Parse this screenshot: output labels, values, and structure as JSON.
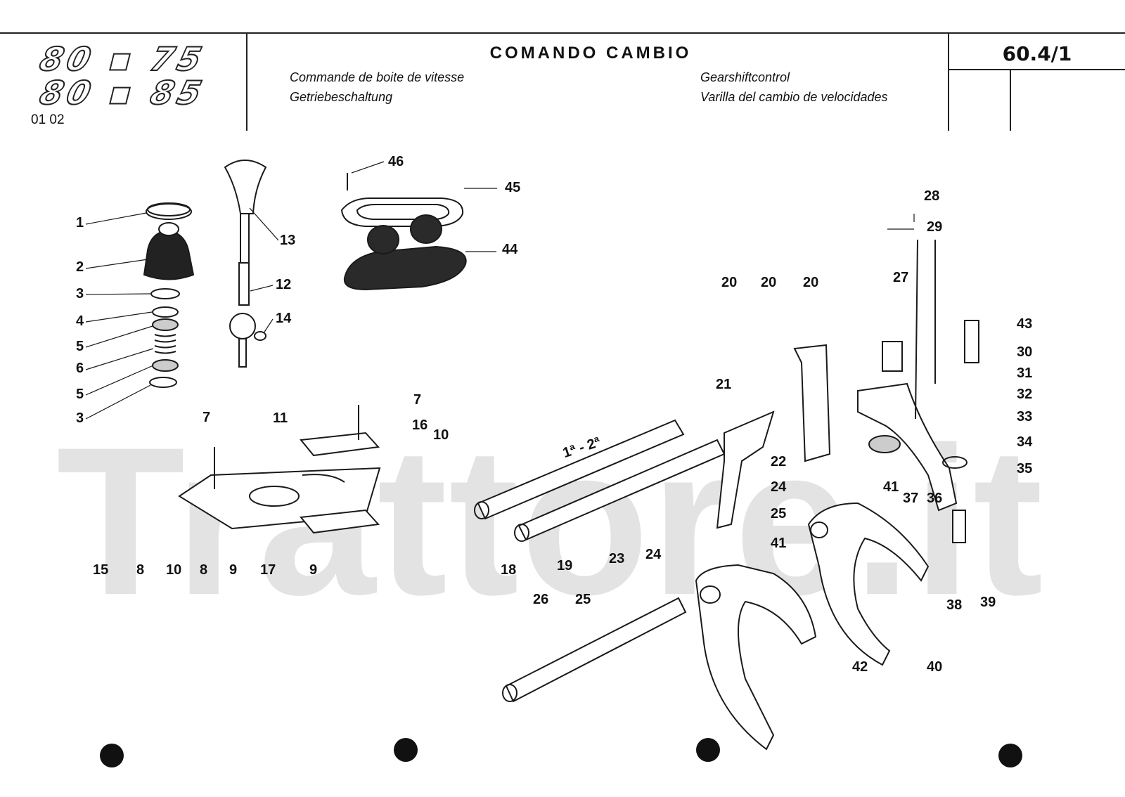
{
  "header": {
    "logo_line_1": "80 ▪ 75",
    "logo_line_2": "80 ▪ 85",
    "doc_code": "01 02",
    "title": "COMANDO CAMBIO",
    "subtitles": {
      "fr": "Commande de boite de vitesse",
      "de": "Getriebeschaltung",
      "en": "Gearshiftcontrol",
      "es": "Varilla del cambio de velocidades"
    },
    "page_number": "60.4/1"
  },
  "diagram": {
    "watermark": "Trattore.it",
    "gear_label": "1ª - 2ª",
    "callouts": [
      "1",
      "2",
      "3",
      "4",
      "5",
      "6",
      "5",
      "3",
      "13",
      "12",
      "14",
      "46",
      "45",
      "44",
      "7",
      "16",
      "11",
      "10",
      "7",
      "15",
      "8",
      "10",
      "8",
      "9",
      "17",
      "9",
      "18",
      "19",
      "20",
      "20",
      "20",
      "21",
      "22",
      "23",
      "24",
      "25",
      "24",
      "25",
      "26",
      "41",
      "41",
      "42",
      "40",
      "28",
      "29",
      "27",
      "43",
      "30",
      "31",
      "32",
      "33",
      "34",
      "35",
      "36",
      "37",
      "38",
      "39"
    ]
  },
  "colors": {
    "ink": "#111111",
    "watermark": "#e3e3e3",
    "paper": "#ffffff"
  }
}
